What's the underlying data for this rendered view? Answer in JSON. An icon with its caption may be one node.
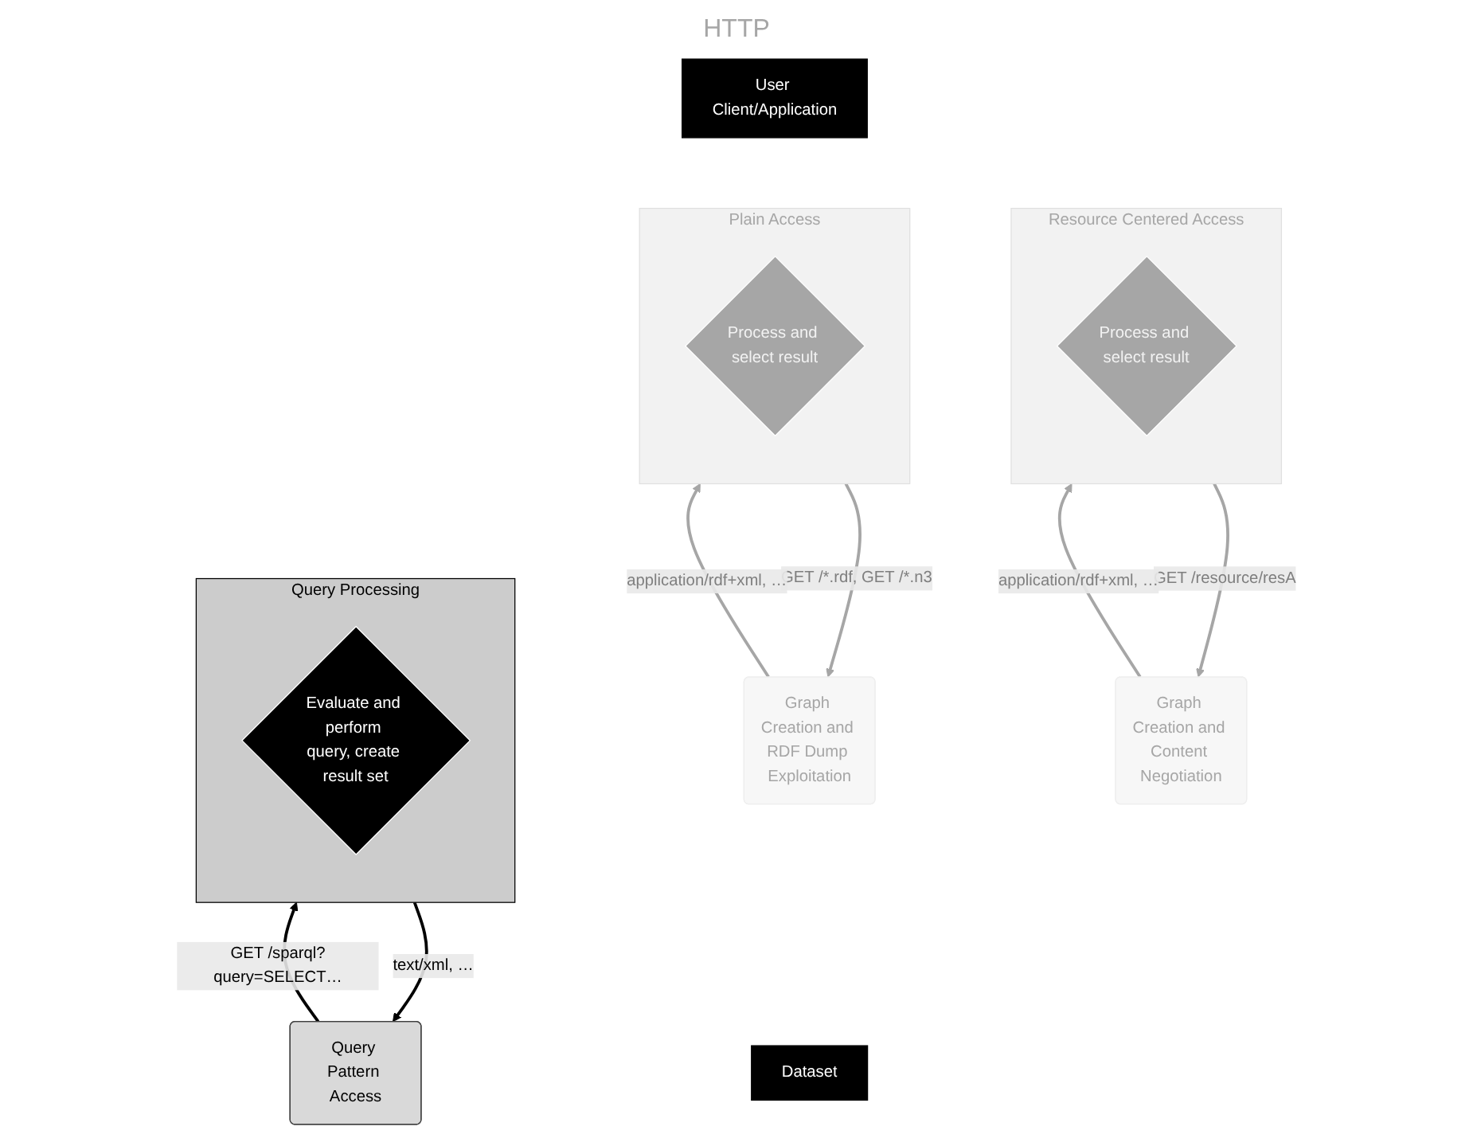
{
  "diagram": {
    "nodes": [
      {
        "text": [
          "User Client/Application"
        ]
      },
      {
        "text": [
          "Query Pattern Access"
        ]
      },
      {
        "text": [
          "Resource Centered Access"
        ]
      },
      {
        "text": [
          "Process and select result"
        ],
        "in": 2
      },
      {
        "text": [
          "Plain Access"
        ]
      },
      {
        "text": [
          "Process and select result"
        ],
        "in": 4
      },
      {
        "text": [
          "Query Processing"
        ]
      },
      {
        "text": [
          "Evaluate and perform query, create result set"
        ],
        "in": 6
      },
      {
        "text": [
          "Graph Creation and Content Negotiation"
        ]
      },
      {
        "text": [
          "Graph Creation and RDF Dump Exploitation"
        ]
      },
      {
        "text": [
          "Dataset"
        ]
      }
    ],
    "edges": [
      {
        "from": 1,
        "to": 6,
        "arrow": "to",
        "label": "GET /sparql?query=SELECT…",
        "color": "#000000"
      },
      {
        "from": 6,
        "to": 1,
        "arrow": "to",
        "label": "text/xml, …",
        "color": "#000000"
      },
      {
        "from": 2,
        "to": 8,
        "arrow": "to",
        "label": "GET /resource/resA"
      },
      {
        "from": 8,
        "to": 2,
        "arrow": "to",
        "label": "application/rdf+xml, …"
      },
      {
        "from": 4,
        "to": 9,
        "arrow": "to",
        "label": "GET /*.rdf, GET /*.n3"
      },
      {
        "from": 9,
        "to": 4,
        "arrow": "to",
        "label": "application/rdf+xml, …"
      }
    ],
    "labels": [
      "HTTP"
    ]
  }
}
